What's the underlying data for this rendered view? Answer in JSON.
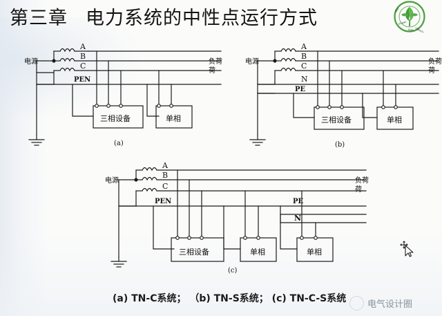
{
  "slide": {
    "title_chapter": "第三章",
    "title_main": "电力系统的中性点运行方式",
    "caption": "(a) TN-C系统；  （b) TN-S系统；  (c) TN-C-S系统",
    "watermark": "电气设计圈",
    "logo_name": "green-circular-leaf-logo",
    "cursor_name": "move-cursor"
  },
  "labels": {
    "source": "电源",
    "load": "负荷",
    "phase_a": "A",
    "phase_b": "B",
    "phase_c": "C",
    "pen": "PEN",
    "pe": "PE",
    "n": "N",
    "three_phase_device": "三相设备",
    "single_phase_device": "单相"
  },
  "diagrams": [
    {
      "id": "a",
      "sublabel": "(a)",
      "system": "TN-C",
      "conductors": [
        "A",
        "B",
        "C",
        "PEN"
      ],
      "loads": [
        "三相设备",
        "单相"
      ],
      "terminals": [
        3,
        2
      ],
      "source_label": "电源",
      "load_label": "负荷",
      "grounded": true
    },
    {
      "id": "b",
      "sublabel": "(b)",
      "system": "TN-S",
      "conductors": [
        "A",
        "B",
        "C",
        "N",
        "PE"
      ],
      "loads": [
        "三相设备",
        "单相"
      ],
      "terminals": [
        3,
        2
      ],
      "source_label": "电源",
      "load_label": "负荷",
      "grounded": true
    },
    {
      "id": "c",
      "sublabel": "(c)",
      "system": "TN-C-S",
      "conductors": [
        "A",
        "B",
        "C",
        "PEN",
        "PE",
        "N"
      ],
      "loads": [
        "三相设备",
        "单相",
        "单相"
      ],
      "terminals": [
        3,
        2,
        2
      ],
      "source_label": "电源",
      "load_label": "负荷",
      "grounded": true
    }
  ],
  "colors": {
    "line": "#1a1a1a",
    "text": "#111111",
    "background": "#fbfbfa",
    "logo_green": "#3f9c35",
    "watermark": "#5e6d7a"
  }
}
